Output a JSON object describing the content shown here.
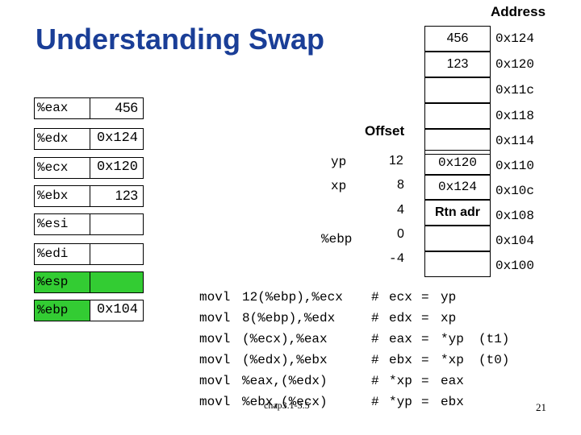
{
  "title": "Understanding Swap",
  "address_header": "Address",
  "offset_header": "Offset",
  "registers": [
    {
      "name": "%eax",
      "value": "456"
    },
    {
      "name": "%edx",
      "value": "0x124"
    },
    {
      "name": "%ecx",
      "value": "0x120"
    },
    {
      "name": "%ebx",
      "value": "123"
    },
    {
      "name": "%esi",
      "value": ""
    },
    {
      "name": "%edi",
      "value": ""
    },
    {
      "name": "%esp",
      "value": ""
    },
    {
      "name": "%ebp",
      "value": "0x104"
    }
  ],
  "highlight_color": "#33cc33",
  "memory": [
    {
      "content": "456",
      "address": "0x124"
    },
    {
      "content": "123",
      "address": "0x120"
    },
    {
      "content": "",
      "address": "0x11c"
    },
    {
      "content": "",
      "address": "0x118"
    },
    {
      "content": "",
      "address": "0x114"
    },
    {
      "content": "0x120",
      "address": "0x110"
    },
    {
      "content": "0x124",
      "address": "0x10c"
    },
    {
      "content": "Rtn adr",
      "address": "0x108"
    },
    {
      "content": "",
      "address": "0x104"
    },
    {
      "content": "",
      "address": "0x100"
    }
  ],
  "frame_labels": [
    {
      "name": "yp",
      "offset": "12"
    },
    {
      "name": "xp",
      "offset": "8"
    },
    {
      "name": "",
      "offset": "4"
    },
    {
      "name": "%ebp",
      "offset": "0"
    },
    {
      "name": "",
      "offset": "-4"
    }
  ],
  "code": [
    {
      "op": "movl",
      "args": "12(%ebp),%ecx",
      "hash": "#",
      "lhs": "ecx",
      "eq": "=",
      "rhs": "yp",
      "note": ""
    },
    {
      "op": "movl",
      "args": "8(%ebp),%edx",
      "hash": "#",
      "lhs": "edx",
      "eq": "=",
      "rhs": "xp",
      "note": ""
    },
    {
      "op": "movl",
      "args": "(%ecx),%eax",
      "hash": "#",
      "lhs": "eax",
      "eq": "=",
      "rhs": "*yp",
      "note": "(t1)"
    },
    {
      "op": "movl",
      "args": "(%edx),%ebx",
      "hash": "#",
      "lhs": "ebx",
      "eq": "=",
      "rhs": "*xp",
      "note": "(t0)"
    },
    {
      "op": "movl",
      "args": "%eax,(%edx)",
      "hash": "#",
      "lhs": "*xp",
      "eq": "=",
      "rhs": "eax",
      "note": ""
    },
    {
      "op": "movl",
      "args": "%ebx,(%ecx)",
      "hash": "#",
      "lhs": "*yp",
      "eq": "=",
      "rhs": "ebx",
      "note": ""
    }
  ],
  "footer": "chap3.1-3.5",
  "page_number": "21"
}
